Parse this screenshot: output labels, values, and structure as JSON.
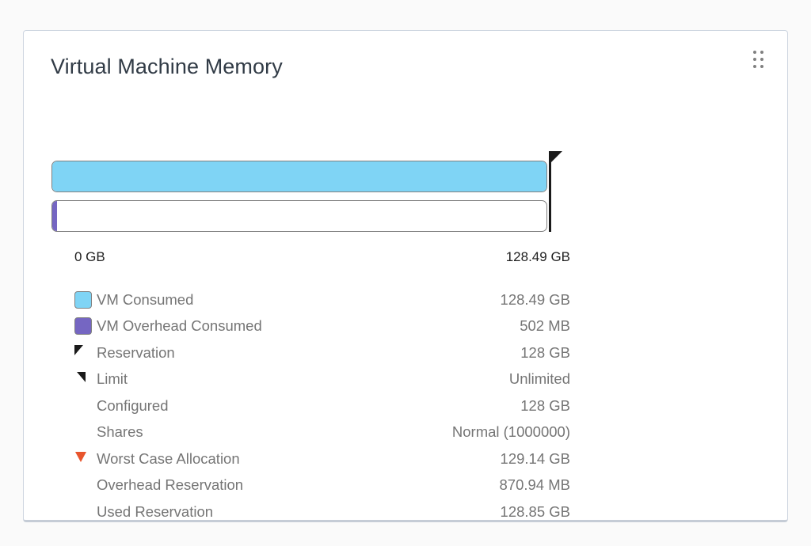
{
  "card": {
    "title": "Virtual Machine Memory",
    "drag_handle_icon": "drag-dots-icon"
  },
  "chart_data": {
    "type": "bar",
    "title": "Virtual Machine Memory",
    "orientation": "horizontal",
    "xlim": [
      0,
      128.49
    ],
    "unit": "GB",
    "axis_min_label": "0 GB",
    "axis_max_label": "128.49 GB",
    "grid": false,
    "legend_position": "below",
    "categories": [
      "VM Consumed",
      "VM Overhead Consumed"
    ],
    "series": [
      {
        "name": "VM Consumed",
        "value_gb": 128.49,
        "display": "128.49 GB",
        "color": "#7FD4F5",
        "fill_pct": 100
      },
      {
        "name": "VM Overhead Consumed",
        "value_gb": 0.49,
        "display": "502 MB",
        "color": "#7566C2",
        "fill_pct": 0.9
      }
    ],
    "markers": [
      {
        "name": "Reservation",
        "value_gb": 128,
        "display": "128 GB",
        "color": "#1a1a1a",
        "position_pct": 100
      }
    ],
    "annotations": {
      "reservation_line": "black vertical line with flag at 128 GB"
    }
  },
  "legend": {
    "rows": [
      {
        "label": "VM Consumed",
        "value": "128.49 GB",
        "marker": "swatch",
        "color": "#7FD4F5"
      },
      {
        "label": "VM Overhead Consumed",
        "value": "502 MB",
        "marker": "swatch",
        "color": "#7566C2"
      },
      {
        "label": "Reservation",
        "value": "128 GB",
        "marker": "tri-reservation",
        "color": "#1a1a1a"
      },
      {
        "label": "Limit",
        "value": "Unlimited",
        "marker": "tri-limit",
        "color": "#1a1a1a"
      },
      {
        "label": "Configured",
        "value": "128 GB",
        "marker": "none",
        "color": ""
      },
      {
        "label": "Shares",
        "value": "Normal (1000000)",
        "marker": "none",
        "color": ""
      },
      {
        "label": "Worst Case Allocation",
        "value": "129.14 GB",
        "marker": "tri-worst",
        "color": "#e8552d"
      },
      {
        "label": "Overhead Reservation",
        "value": "870.94 MB",
        "marker": "none",
        "color": ""
      },
      {
        "label": "Used Reservation",
        "value": "128.85 GB",
        "marker": "none",
        "color": ""
      }
    ]
  },
  "colors": {
    "vm_consumed": "#7FD4F5",
    "vm_overhead": "#7566C2",
    "marker_black": "#1a1a1a",
    "worst_case_orange": "#e8552d",
    "title_text": "#313b46",
    "label_text": "#757575"
  }
}
